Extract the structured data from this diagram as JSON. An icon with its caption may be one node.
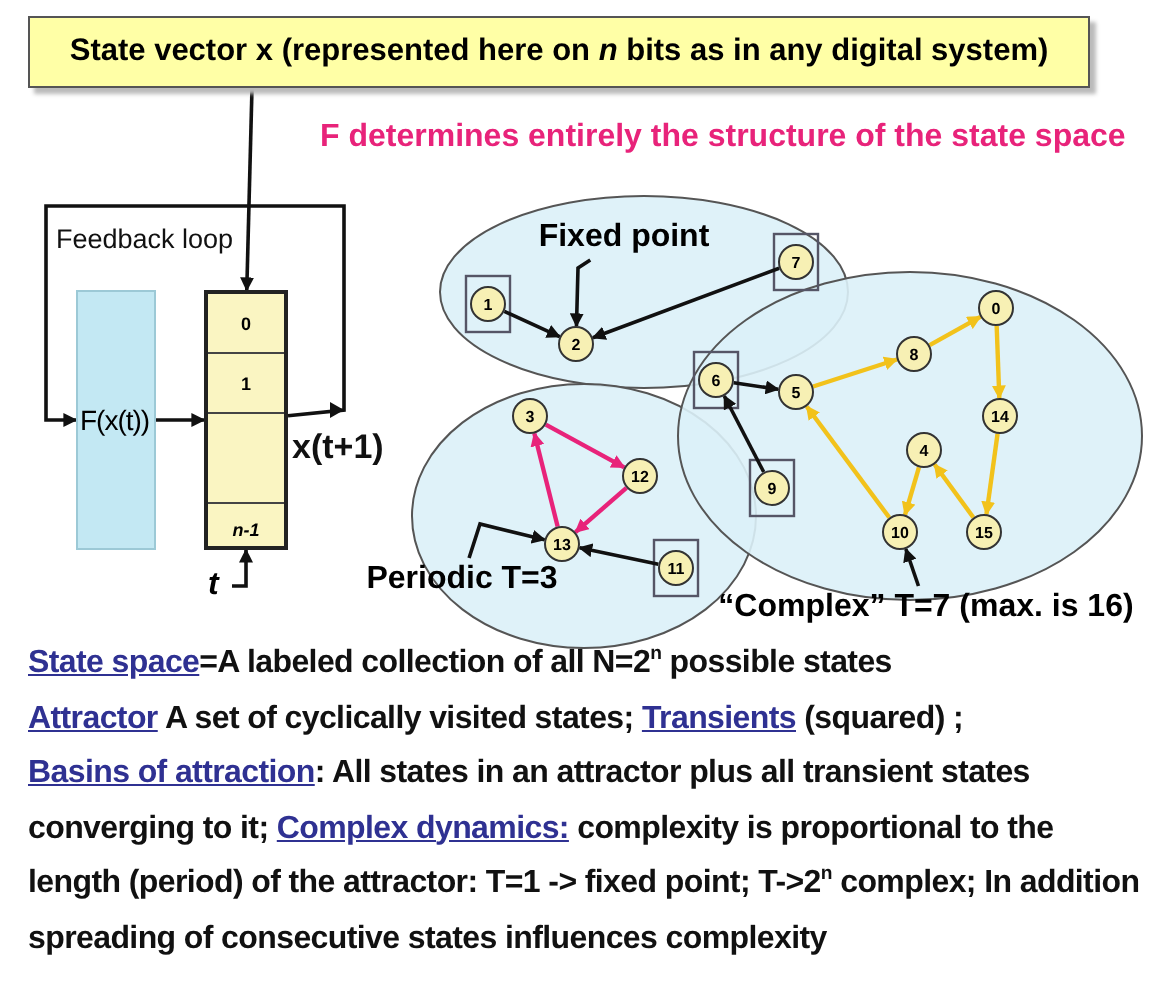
{
  "diagram": {
    "nodes": [
      {
        "text": [
          "State vector x (represented here on *n* bits as in any digital system)"
        ]
      },
      {
        "text": [
          "F(x(t))"
        ]
      },
      {
        "text": [],
        "shape": "box"
      },
      {
        "text": [
          "0"
        ],
        "in": 2
      },
      {
        "text": [
          "1"
        ],
        "in": 2
      },
      {
        "text": [],
        "shape": "box",
        "in": 2
      },
      {
        "text": [
          "n-1"
        ],
        "in": 2
      },
      {
        "text": [
          "t"
        ]
      },
      {
        "text": [
          "Fixed point"
        ]
      },
      {
        "text": [
          "Periodic T=3"
        ]
      },
      {
        "text": [
          "“Complex” T=7 (max. is 16)"
        ]
      },
      {
        "text": [
          "1"
        ]
      },
      {
        "text": [
          "2"
        ]
      },
      {
        "text": [
          "7"
        ]
      },
      {
        "text": [
          "3"
        ]
      },
      {
        "text": [
          "12"
        ]
      },
      {
        "text": [
          "13"
        ]
      },
      {
        "text": [
          "11"
        ]
      },
      {
        "text": [
          "6"
        ]
      },
      {
        "text": [
          "5"
        ]
      },
      {
        "text": [
          "8"
        ]
      },
      {
        "text": [
          "0"
        ]
      },
      {
        "text": [
          "14"
        ]
      },
      {
        "text": [
          "4"
        ]
      },
      {
        "text": [
          "9"
        ]
      },
      {
        "text": [
          "10"
        ]
      },
      {
        "text": [
          "15"
        ]
      }
    ],
    "edges": [
      {
        "from": 0,
        "to": 3,
        "arrow": "to"
      },
      {
        "from": 1,
        "to": 2,
        "arrow": "to"
      },
      {
        "from": 2,
        "to": 1,
        "arrow": "to"
      },
      {
        "from": 7,
        "to": 2,
        "arrow": "to"
      },
      {
        "from": 8,
        "to": 12,
        "arrow": "to"
      },
      {
        "from": 9,
        "to": 16,
        "arrow": "to"
      },
      {
        "from": 10,
        "to": 25,
        "arrow": "to"
      },
      {
        "from": 11,
        "to": 12,
        "arrow": "to"
      },
      {
        "from": 13,
        "to": 12,
        "arrow": "to"
      },
      {
        "from": 14,
        "to": 15,
        "arrow": "to",
        "color": "#e8237a"
      },
      {
        "from": 15,
        "to": 16,
        "arrow": "to",
        "color": "#e8237a"
      },
      {
        "from": 16,
        "to": 14,
        "arrow": "to",
        "color": "#e8237a"
      },
      {
        "from": 17,
        "to": 16,
        "arrow": "to"
      },
      {
        "from": 24,
        "to": 18,
        "arrow": "to"
      },
      {
        "from": 18,
        "to": 19,
        "arrow": "to"
      },
      {
        "from": 19,
        "to": 20,
        "arrow": "to",
        "color": "#f2c21b"
      },
      {
        "from": 20,
        "to": 21,
        "arrow": "to",
        "color": "#f2c21b"
      },
      {
        "from": 21,
        "to": 22,
        "arrow": "to",
        "color": "#f2c21b"
      },
      {
        "from": 22,
        "to": 26,
        "arrow": "to",
        "color": "#f2c21b"
      },
      {
        "from": 26,
        "to": 23,
        "arrow": "to",
        "color": "#f2c21b"
      },
      {
        "from": 23,
        "to": 25,
        "arrow": "to",
        "color": "#f2c21b"
      },
      {
        "from": 25,
        "to": 19,
        "arrow": "to",
        "color": "#f2c21b"
      }
    ],
    "labels": [
      "F determines entirely the structure of the state space",
      "Feedback loop",
      "x(t+1)",
      "State space",
      "=A labeled collection of all N=2$^{n}$ possible states",
      "Attractor",
      "A set of cyclically visited states;",
      "Transients",
      "(squared) ;",
      "Basins of attraction",
      ": All states in an attractor plus all transient states converging to it;",
      "Complex dynamics:",
      "complexity is proportional to the length (period) of the attractor: T=1 -> fixed point; T->2$^{n}$ complex; In addition spreading of consecutive states influences complexity"
    ]
  }
}
